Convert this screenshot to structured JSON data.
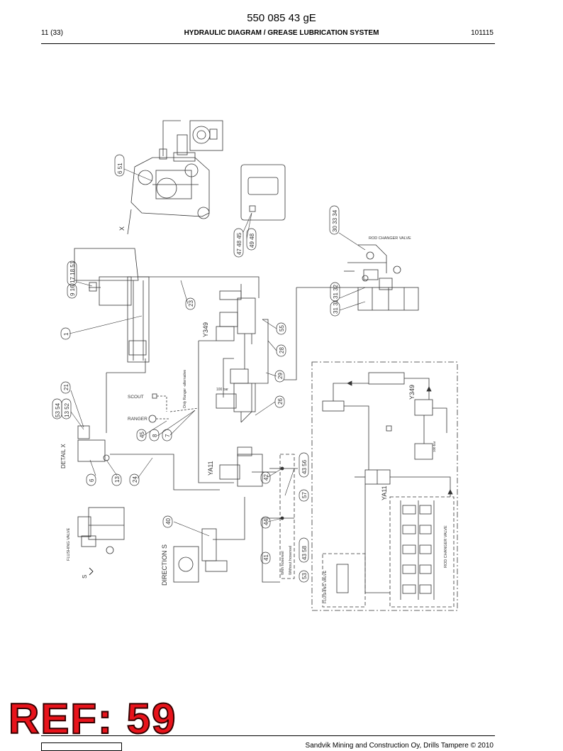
{
  "header": {
    "doc_number": "550 085 43 gE",
    "page": "11 (33)",
    "title": "HYDRAULIC DIAGRAM / GREASE LUBRICATION SYSTEM",
    "code": "101115"
  },
  "footer": {
    "ref_stamp": "REF: 59",
    "copyright": "Sandvik Mining and Construction Oy, Drills Tampere © 2010"
  },
  "diagram": {
    "labels": {
      "rod_changer_valve_top": "ROD CHANGER VALVE",
      "rod_changer_valve_right": "ROD CHANGER VALVE",
      "y349_left": "Y349",
      "y349_right": "Y349",
      "ya11_left": "YA11",
      "ya11_right": "YA11",
      "detail_x": "DETAIL X",
      "direction_s": "DIRECTION S",
      "flushing_valve_left": "FLUSHING VALVE",
      "flushing_valve_right": "FLUSHING VALVE",
      "scout": "SCOUT",
      "ranger": "RANGER",
      "only_ranger": "Only Ranger -alternative",
      "with_hosereel": "With hosereel",
      "without_hosereel": "Without hosereel",
      "pressure_left": "100 bar",
      "pressure_right": "100 bar",
      "x_mark": "X",
      "s_mark": "S"
    },
    "callouts": [
      {
        "id": "c-6-51",
        "text": "6 51"
      },
      {
        "id": "c-30-33-34",
        "text": "30 33 34"
      },
      {
        "id": "c-47-48-45",
        "text": "47 48 45"
      },
      {
        "id": "c-49-48",
        "text": "49 48"
      },
      {
        "id": "c-17-18-51",
        "text": "17 18 51"
      },
      {
        "id": "c-9-16",
        "text": "9 16"
      },
      {
        "id": "c-31-32",
        "text": "31 32"
      },
      {
        "id": "c-31-31",
        "text": "31 31"
      },
      {
        "id": "c-1",
        "text": "1"
      },
      {
        "id": "c-23",
        "text": "23"
      },
      {
        "id": "c-55",
        "text": "55"
      },
      {
        "id": "c-28",
        "text": "28"
      },
      {
        "id": "c-29",
        "text": "29"
      },
      {
        "id": "c-26",
        "text": "26"
      },
      {
        "id": "c-21",
        "text": "21"
      },
      {
        "id": "c-53-54",
        "text": "53 54"
      },
      {
        "id": "c-13-52",
        "text": "13 52"
      },
      {
        "id": "c-45",
        "text": "45"
      },
      {
        "id": "c-8",
        "text": "8"
      },
      {
        "id": "c-7",
        "text": "7"
      },
      {
        "id": "c-6",
        "text": "6"
      },
      {
        "id": "c-13",
        "text": "13"
      },
      {
        "id": "c-24",
        "text": "24"
      },
      {
        "id": "c-42",
        "text": "42"
      },
      {
        "id": "c-43-56",
        "text": "43 56"
      },
      {
        "id": "c-57",
        "text": "57"
      },
      {
        "id": "c-40",
        "text": "40"
      },
      {
        "id": "c-44",
        "text": "44"
      },
      {
        "id": "c-41",
        "text": "41"
      },
      {
        "id": "c-43-58",
        "text": "43 58"
      },
      {
        "id": "c-53",
        "text": "53"
      }
    ]
  }
}
